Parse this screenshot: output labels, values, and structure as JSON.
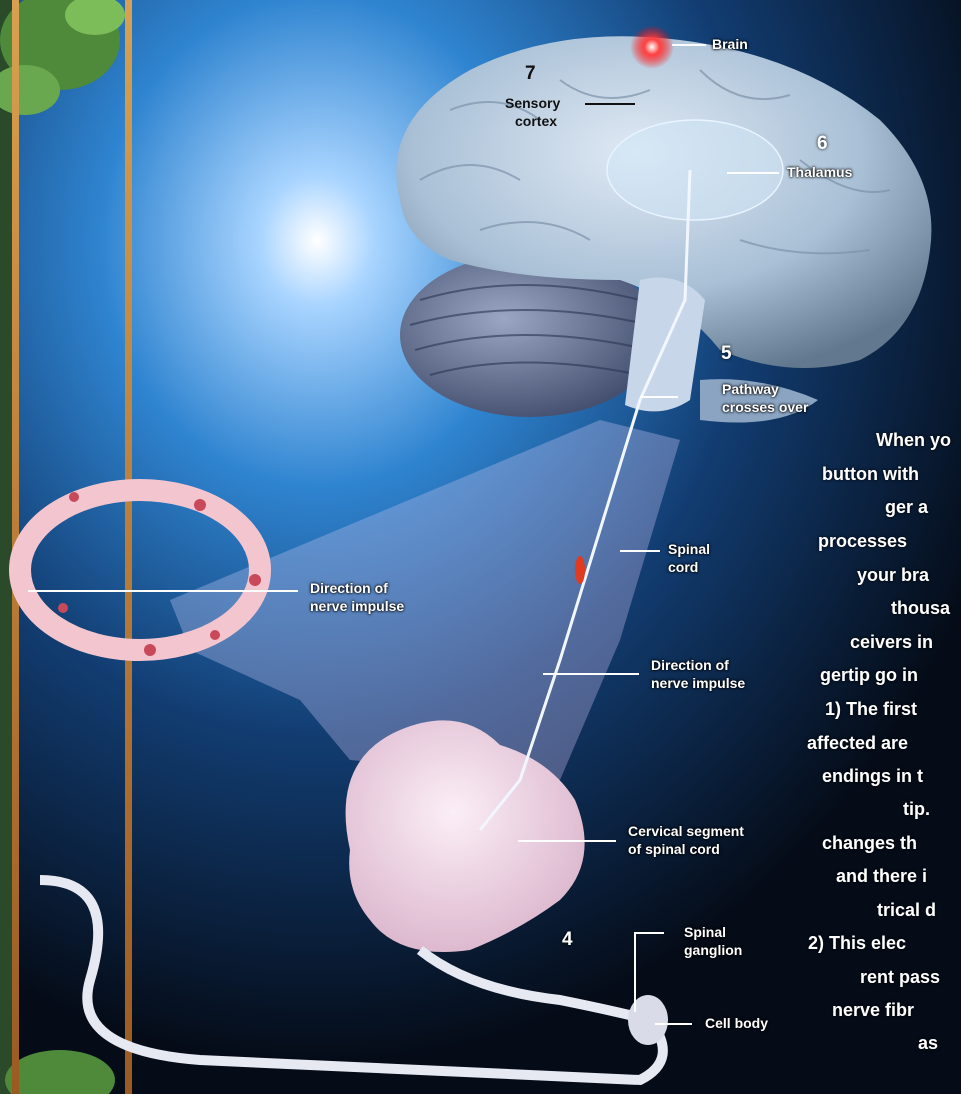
{
  "labels": {
    "brain": "Brain",
    "step7": "7",
    "sensory_cortex_1": "Sensory",
    "sensory_cortex_2": "cortex",
    "step6": "6",
    "thalamus": "Thalamus",
    "step5": "5",
    "pathway_1": "Pathway",
    "pathway_2": "crosses over",
    "spinal_cord_1": "Spinal",
    "spinal_cord_2": "cord",
    "direction_left_1": "Direction of",
    "direction_left_2": "nerve impulse",
    "direction_right_1": "Direction of",
    "direction_right_2": "nerve impulse",
    "cervical_1": "Cervical segment",
    "cervical_2": "of spinal cord",
    "step4": "4",
    "ganglion_1": "Spinal",
    "ganglion_2": "ganglion",
    "cell_body": "Cell body"
  },
  "sidebar_lines": [
    "When yo",
    "button with",
    "ger a",
    "processes",
    "your bra",
    "thousa",
    "ceivers in",
    "gertip go in",
    "1) The first",
    "affected are",
    "endings in t",
    "tip.",
    "changes th",
    "and there i",
    "trical d",
    "2) This elec",
    "rent pass",
    "nerve fibr",
    "as"
  ],
  "colors": {
    "background_deep": "#06101f",
    "background_blue": "#1f6fb0",
    "brain": "#b8cde0",
    "spinal_segment": "#f0d6e4",
    "nerve_ring": "#f3c6cf",
    "frame_rope": "#c98a3a"
  }
}
